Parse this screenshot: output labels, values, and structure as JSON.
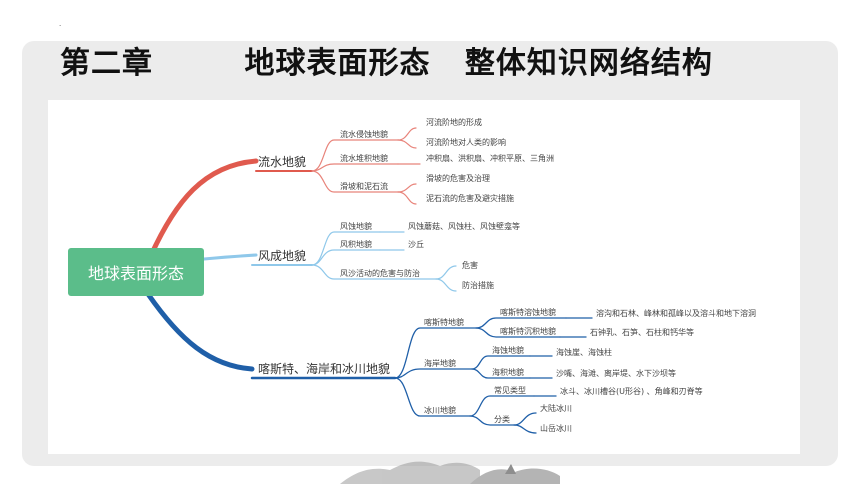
{
  "page": {
    "dot": ".",
    "title": "第二章        地球表面形态   整体知识网络结构"
  },
  "mindmap": {
    "root": "地球表面形态",
    "b1": {
      "label": "流水地貌",
      "s1": "流水侵蚀地貌",
      "s1_l1": "河流阶地的形成",
      "s1_l2": "河流阶地对人类的影响",
      "s2": "流水堆积地貌",
      "s2_l1": "冲积扇、洪积扇、冲积平原、三角洲",
      "s3": "滑坡和泥石流",
      "s3_l1": "滑坡的危害及治理",
      "s3_l2": "泥石流的危害及避灾措施"
    },
    "b2": {
      "label": "风成地貌",
      "s1": "风蚀地貌",
      "s1_l1": "风蚀蘑菇、风蚀柱、风蚀壁龛等",
      "s2": "风积地貌",
      "s2_l1": "沙丘",
      "s3": "风沙活动的危害与防治",
      "s3_l1": "危害",
      "s3_l2": "防治措施"
    },
    "b3": {
      "label": "喀斯特、海岸和冰川地貌",
      "s1": "喀斯特地貌",
      "s1_a": "喀斯特溶蚀地貌",
      "s1_a_l": "溶沟和石林、峰林和孤峰以及溶斗和地下溶洞",
      "s1_b": "喀斯特沉积地貌",
      "s1_b_l": "石钟乳、石笋、石柱和钙华等",
      "s2": "海岸地貌",
      "s2_a": "海蚀地貌",
      "s2_a_l": "海蚀崖、海蚀柱",
      "s2_b": "海积地貌",
      "s2_b_l": "沙嘴、海滩、离岸堤、水下沙坝等",
      "s3": "冰川地貌",
      "s3_a": "常见类型",
      "s3_a_l": "冰斗、冰川槽谷(U形谷) 、角峰和刃脊等",
      "s3_b": "分类",
      "s3_b_l1": "大陆冰川",
      "s3_b_l2": "山岳冰川"
    }
  },
  "colors": {
    "root_fill": "#5bbd8a",
    "branch1": "#e05a4e",
    "branch2": "#8fc8ea",
    "branch3": "#1f5fa8",
    "card": "#ececec"
  }
}
